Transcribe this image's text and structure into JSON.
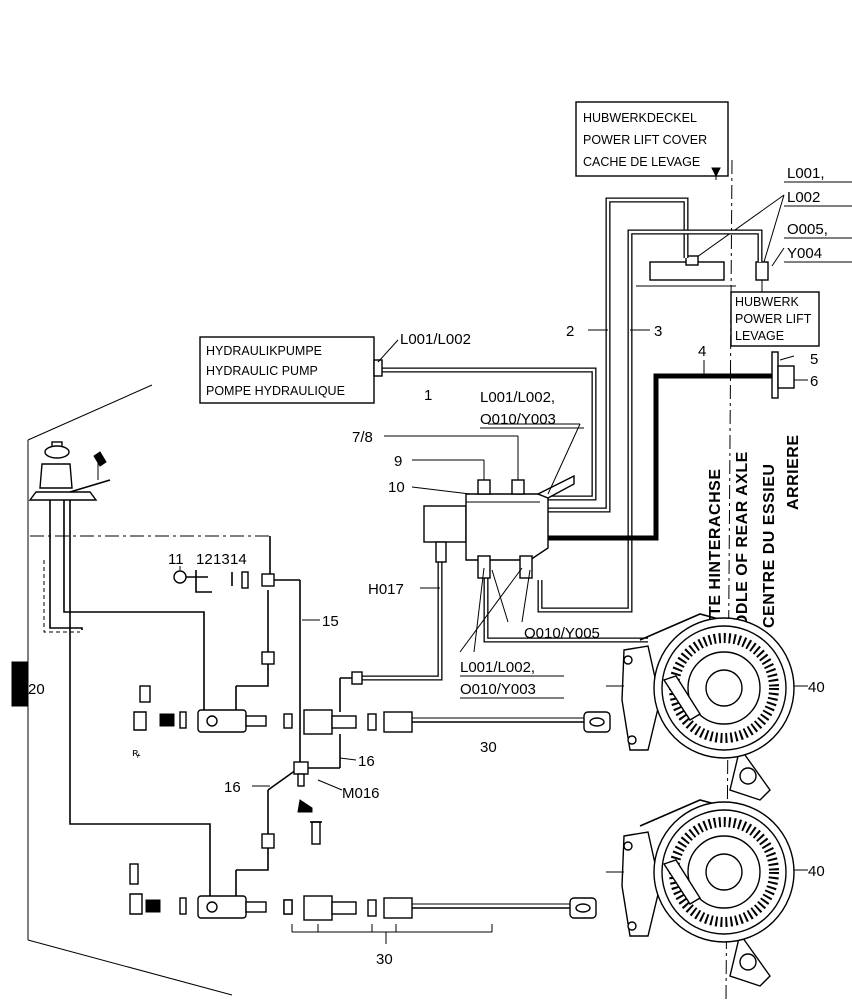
{
  "boxes": {
    "power_lift_cover": [
      "HUBWERKDECKEL",
      "POWER LIFT  COVER",
      "CACHE DE LEVAGE"
    ],
    "hydraulic_pump": [
      "HYDRAULIKPUMPE",
      "HYDRAULIC PUMP",
      "POMPE HYDRAULIQUE"
    ],
    "power_lift": [
      "HUBWERK",
      "POWER LIFT",
      "LEVAGE"
    ]
  },
  "axle_label": [
    "MITTE HINTERACHSE",
    "MIDDLE OF REAR AXLE",
    "CENTRE DU ESSIEU",
    "ARRIERE"
  ],
  "refs": {
    "l001_comma": "L001,",
    "l002": "L002",
    "o005_comma": "O005,",
    "y004": "Y004",
    "pump_ref": "L001/L002",
    "valve_top_1": "L001/L002,",
    "valve_top_2": "O010/Y003",
    "valve_bottom_1": "L001/L002,",
    "valve_bottom_2": "O010/Y003",
    "o010_y005": "O010/Y005",
    "h017": "H017",
    "m016": "M016"
  },
  "numbers": {
    "n1": "1",
    "n2": "2",
    "n3": "3",
    "n4": "4",
    "n5": "5",
    "n6": "6",
    "n7_8": "7/8",
    "n9": "9",
    "n10": "10",
    "n11": "11",
    "n12": "12",
    "n13": "13",
    "n14": "14",
    "n15": "15",
    "n16a": "16",
    "n16b": "16",
    "n20": "20",
    "n30a": "30",
    "n30b": "30",
    "n40a": "40",
    "n40b": "40"
  }
}
